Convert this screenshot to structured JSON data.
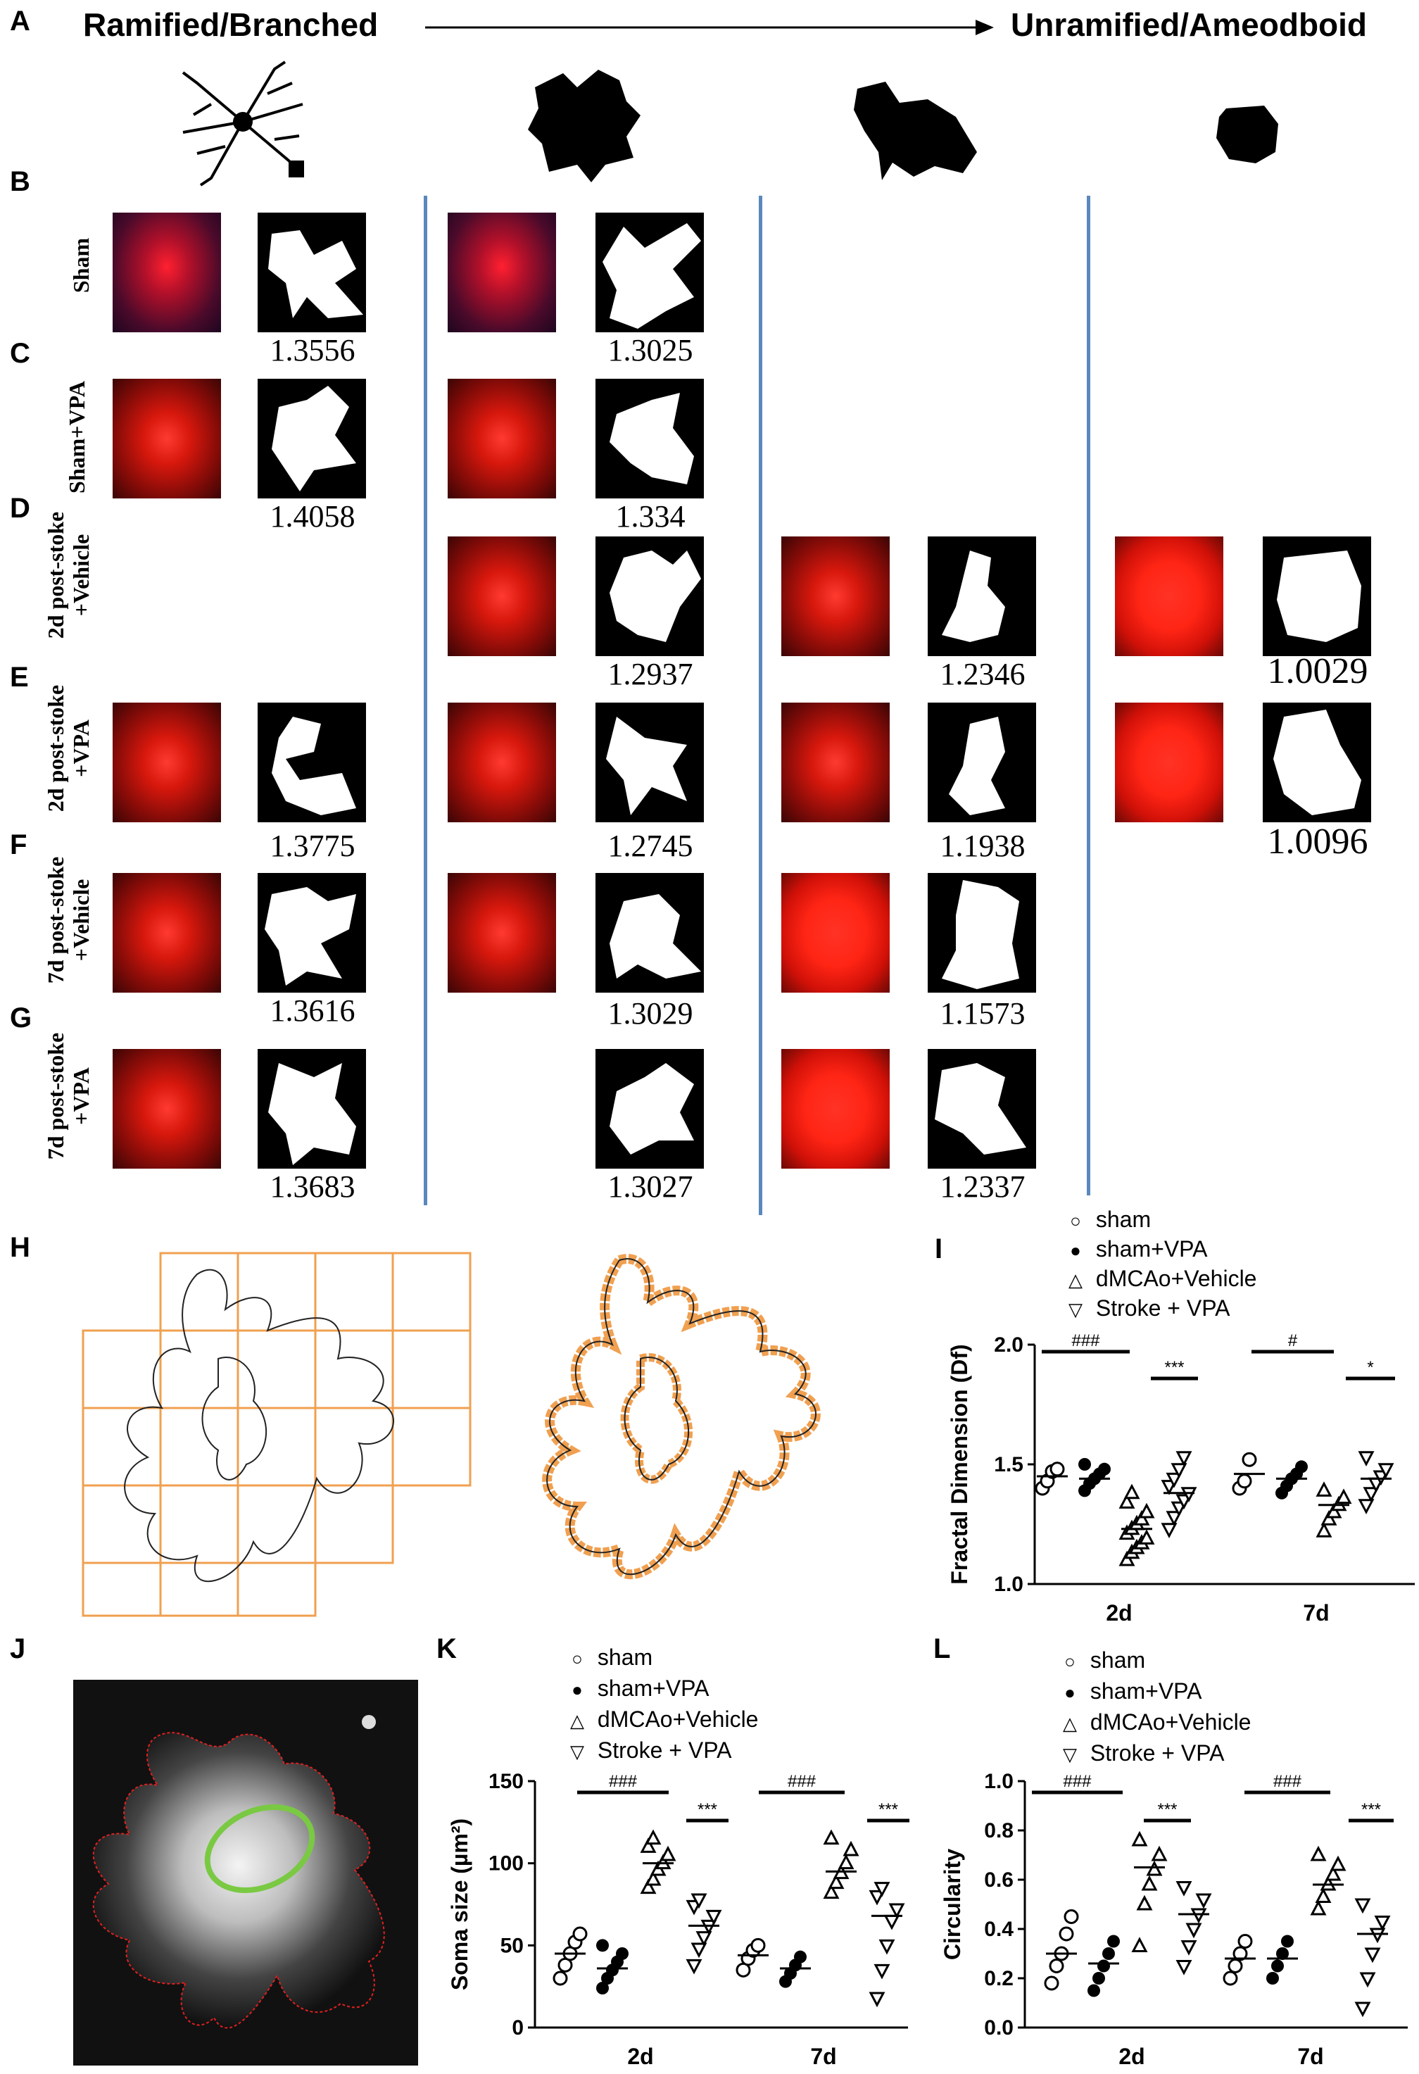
{
  "panels": {
    "A": "A",
    "B": "B",
    "C": "C",
    "D": "D",
    "E": "E",
    "F": "F",
    "G": "G",
    "H": "H",
    "I": "I",
    "J": "J",
    "K": "K",
    "L": "L"
  },
  "header": {
    "left": "Ramified/Branched",
    "right": "Unramified/Ameodboid"
  },
  "rows": {
    "B": {
      "label": "Sham",
      "values": [
        "1.3556",
        "1.3025"
      ]
    },
    "C": {
      "label": "Sham+VPA",
      "values": [
        "1.4058",
        "1.334"
      ]
    },
    "D": {
      "label_line1": "2d post-stoke",
      "label_line2": "+Vehicle",
      "values": [
        "1.2937",
        "1.2346",
        "1.0029"
      ]
    },
    "E": {
      "label_line1": "2d post-stoke",
      "label_line2": "+VPA",
      "values": [
        "1.3775",
        "1.2745",
        "1.1938",
        "1.0096"
      ]
    },
    "F": {
      "label_line1": "7d post-stoke",
      "label_line2": "+Vehicle",
      "values": [
        "1.3616",
        "1.3029",
        "1.1573"
      ]
    },
    "G": {
      "label_line1": "7d post-stoke",
      "label_line2": "+VPA",
      "values": [
        "1.3683",
        "1.3027",
        "1.2337"
      ]
    }
  },
  "legend_I": [
    "sham",
    "sham+VPA",
    "dMCAo+Vehicle",
    "Stroke + VPA"
  ],
  "legend_K": [
    "sham",
    "sham+VPA",
    "dMCAo+Vehicle",
    "Stroke + VPA"
  ],
  "legend_L": [
    "sham",
    "sham+VPA",
    "dMCAo+Vehicle",
    "Stroke + VPA"
  ],
  "colors": {
    "divider": "#5a88be",
    "grid": "#f0a050",
    "outline": "#e02020",
    "soma": "#7ac943"
  },
  "chart_data": [
    {
      "id": "I",
      "type": "scatter",
      "ylabel": "Fractal Dimension (Df)",
      "categories": [
        "2d",
        "7d"
      ],
      "yticks": [
        "1.0",
        "1.5",
        "2.0"
      ],
      "ylim": [
        1.0,
        2.0
      ],
      "significance": [
        "###",
        "***",
        "#",
        "*"
      ],
      "series": [
        {
          "name": "sham",
          "means": [
            1.45,
            1.46
          ],
          "points": [
            [
              1.4,
              1.43,
              1.47,
              1.48
            ],
            [
              1.4,
              1.43,
              1.52
            ]
          ]
        },
        {
          "name": "sham+VPA",
          "means": [
            1.44,
            1.44
          ],
          "points": [
            [
              1.39,
              1.42,
              1.44,
              1.46,
              1.48,
              1.5
            ],
            [
              1.38,
              1.41,
              1.44,
              1.46,
              1.49
            ]
          ]
        },
        {
          "name": "dMCAo+Vehicle",
          "means": [
            1.23,
            1.33
          ],
          "points": [
            [
              1.1,
              1.13,
              1.15,
              1.17,
              1.19,
              1.21,
              1.23,
              1.25,
              1.27,
              1.3,
              1.34,
              1.38
            ],
            [
              1.22,
              1.27,
              1.3,
              1.33,
              1.36,
              1.39
            ]
          ]
        },
        {
          "name": "Stroke + VPA",
          "means": [
            1.38,
            1.44
          ],
          "points": [
            [
              1.23,
              1.28,
              1.32,
              1.35,
              1.38,
              1.41,
              1.44,
              1.48,
              1.53
            ],
            [
              1.33,
              1.38,
              1.42,
              1.45,
              1.48,
              1.53
            ]
          ]
        }
      ]
    },
    {
      "id": "K",
      "type": "scatter",
      "ylabel": "Soma size (µm²)",
      "categories": [
        "2d",
        "7d"
      ],
      "yticks": [
        "0",
        "50",
        "100",
        "150"
      ],
      "ylim": [
        0,
        150
      ],
      "significance": [
        "###",
        "***",
        "###",
        "***"
      ],
      "series": [
        {
          "name": "sham",
          "means": [
            45,
            44
          ],
          "points": [
            [
              30,
              38,
              45,
              52,
              57
            ],
            [
              35,
              42,
              47,
              50
            ]
          ]
        },
        {
          "name": "sham+VPA",
          "means": [
            36,
            36
          ],
          "points": [
            [
              24,
              30,
              35,
              40,
              45,
              50
            ],
            [
              28,
              33,
              38,
              43
            ]
          ]
        },
        {
          "name": "dMCAo+Vehicle",
          "means": [
            100,
            95
          ],
          "points": [
            [
              85,
              90,
              96,
              100,
              105,
              110,
              115
            ],
            [
              82,
              88,
              94,
              100,
              108,
              115
            ]
          ]
        },
        {
          "name": "Stroke + VPA",
          "means": [
            62,
            68
          ],
          "points": [
            [
              38,
              48,
              55,
              62,
              68,
              74,
              78
            ],
            [
              18,
              35,
              50,
              65,
              72,
              80,
              85
            ]
          ]
        }
      ]
    },
    {
      "id": "L",
      "type": "scatter",
      "ylabel": "Circularity",
      "categories": [
        "2d",
        "7d"
      ],
      "yticks": [
        "0.0",
        "0.2",
        "0.4",
        "0.6",
        "0.8",
        "1.0"
      ],
      "ylim": [
        0.0,
        1.0
      ],
      "significance": [
        "###",
        "***",
        "###",
        "***"
      ],
      "series": [
        {
          "name": "sham",
          "means": [
            0.3,
            0.28
          ],
          "points": [
            [
              0.18,
              0.25,
              0.3,
              0.38,
              0.45
            ],
            [
              0.2,
              0.25,
              0.3,
              0.35
            ]
          ]
        },
        {
          "name": "sham+VPA",
          "means": [
            0.26,
            0.28
          ],
          "points": [
            [
              0.15,
              0.2,
              0.25,
              0.3,
              0.35
            ],
            [
              0.2,
              0.25,
              0.3,
              0.35
            ]
          ]
        },
        {
          "name": "dMCAo+Vehicle",
          "means": [
            0.65,
            0.58
          ],
          "points": [
            [
              0.33,
              0.5,
              0.58,
              0.64,
              0.7,
              0.76
            ],
            [
              0.48,
              0.53,
              0.58,
              0.62,
              0.66,
              0.7
            ]
          ]
        },
        {
          "name": "Stroke + VPA",
          "means": [
            0.46,
            0.38
          ],
          "points": [
            [
              0.25,
              0.33,
              0.4,
              0.46,
              0.52,
              0.57
            ],
            [
              0.08,
              0.2,
              0.3,
              0.38,
              0.43,
              0.5
            ]
          ]
        }
      ]
    }
  ]
}
